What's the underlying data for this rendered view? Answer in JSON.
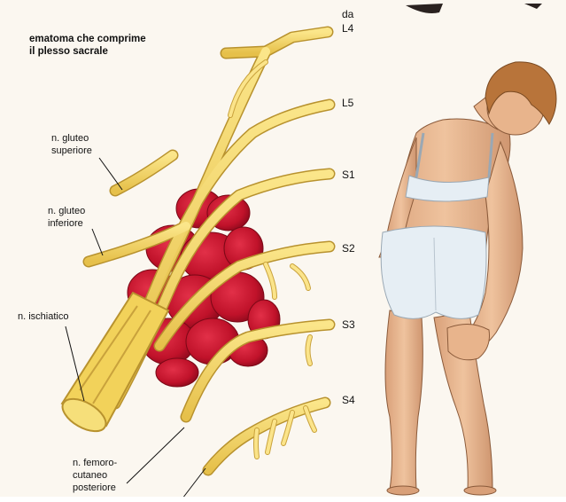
{
  "title_line1": "ematoma che comprime",
  "title_line2": "il plesso sacrale",
  "roots": {
    "da": "da",
    "l4": "L4",
    "l5": "L5",
    "s1": "S1",
    "s2": "S2",
    "s3": "S3",
    "s4": "S4"
  },
  "nerves": {
    "gluteo_sup_1": "n. gluteo",
    "gluteo_sup_2": "superiore",
    "gluteo_inf_1": "n. gluteo",
    "gluteo_inf_2": "inferiore",
    "ischiatico": "n. ischiatico",
    "femoro_1": "n. femoro-",
    "femoro_2": "cutaneo",
    "femoro_3": "posteriore"
  },
  "colors": {
    "nerve": "#f2d25a",
    "nerve_edge": "#b8922e",
    "hematoma": "#c0122a",
    "skin": "#e8b48c",
    "underwear": "#e6eef4",
    "hair": "#b8743a"
  }
}
